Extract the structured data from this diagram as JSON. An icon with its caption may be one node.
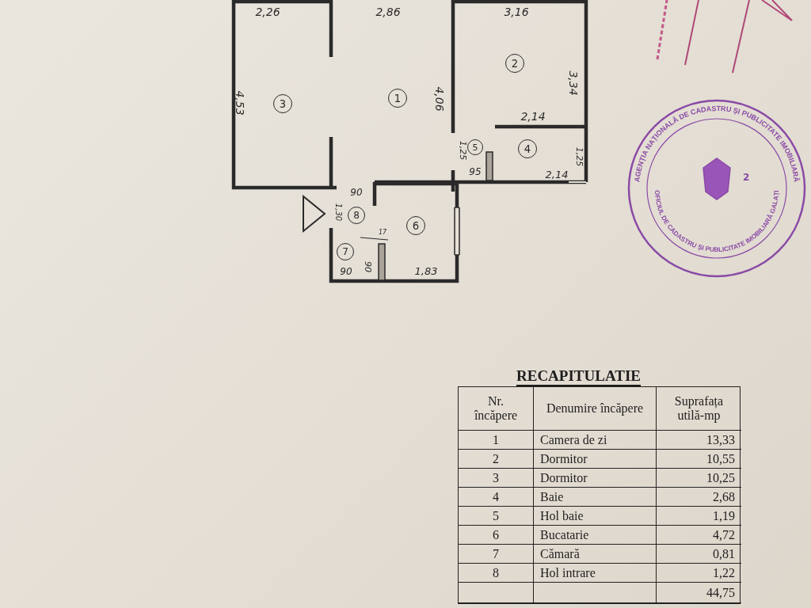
{
  "diagram": {
    "nodes": [
      {
        "text": [
          "1"
        ]
      },
      {
        "text": [
          "2"
        ]
      },
      {
        "text": [
          "3"
        ]
      },
      {
        "text": [
          "4"
        ]
      },
      {
        "text": [
          "5"
        ]
      },
      {
        "text": [
          "6"
        ]
      },
      {
        "text": [
          "7"
        ]
      },
      {
        "text": [
          "8"
        ]
      }
    ],
    "labels": [
      "2,26",
      "2,86",
      "3,16",
      "3,34",
      "4,53",
      "4,06",
      "2,14",
      "1,25",
      "95",
      "2,14",
      "1,25",
      "90",
      "1,30",
      "17",
      "90",
      "90",
      "1,83",
      "AGENȚIA NAȚIONALĂ DE CADASTRU ȘI PUBLICITATE IMOBILIARĂ",
      "OFICIUL DE CADASTRU ȘI PUBLICITATE IMOBILIARĂ GALAȚI",
      "2",
      "RECAPITULATIE",
      "Nr. încăpere",
      "Denumire încăpere",
      "Suprafața utilă-mp",
      "1",
      "Camera de zi",
      "13,33",
      "2",
      "Dormitor",
      "10,55",
      "3",
      "Dormitor",
      "10,25",
      "4",
      "Baie",
      "2,68",
      "5",
      "Hol baie",
      "1,19",
      "6",
      "Bucatarie",
      "4,72",
      "7",
      "Cămară",
      "0,81",
      "8",
      "Hol intrare",
      "1,22",
      "44,75"
    ]
  }
}
